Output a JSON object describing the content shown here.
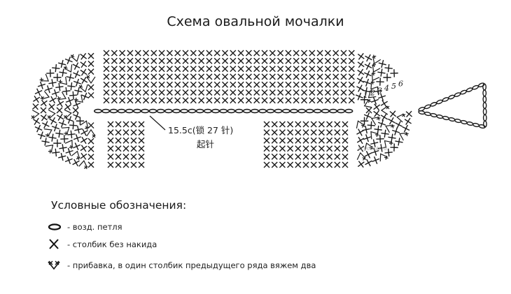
{
  "title": "Схема овальной мочалки",
  "chain_label_line1": "15.5c(锁 27 针)",
  "chain_label_line2": "起针",
  "watermark": "kcvoclub.ru",
  "row_numbers": [
    "1",
    "2",
    "3",
    "4",
    "5",
    "6"
  ],
  "legend": {
    "title": "Условные обозначения:",
    "items": [
      {
        "symbol": "chain-stitch-icon",
        "text": "- возд. петля"
      },
      {
        "symbol": "single-crochet-icon",
        "text": "- столбик без накида"
      },
      {
        "symbol": "increase-icon",
        "text": "- прибавка, в один столбик предыдущего ряда вяжем два"
      }
    ]
  },
  "colors": {
    "ink": "#1a1a1a",
    "background": "#ffffff"
  }
}
